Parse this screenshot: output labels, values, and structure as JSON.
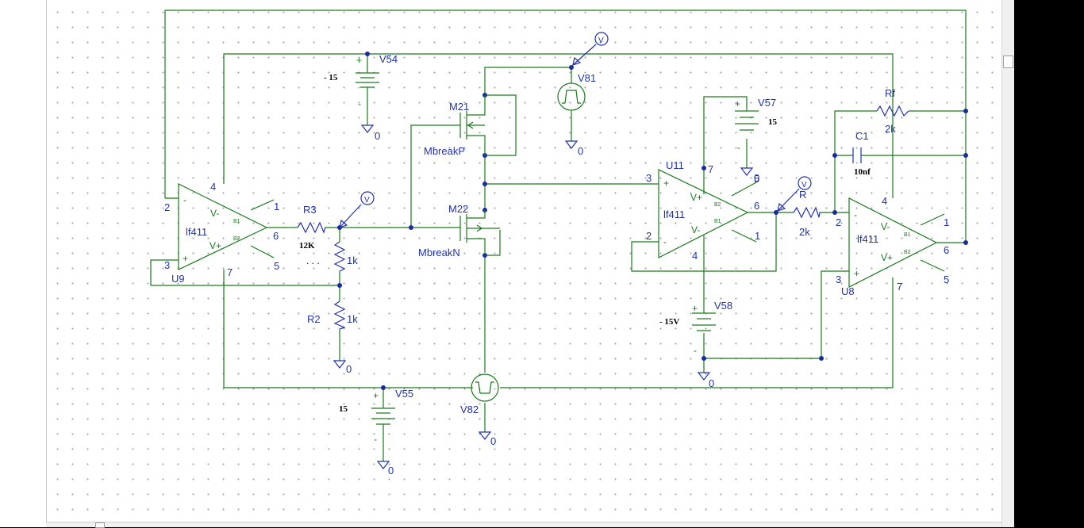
{
  "opamps": [
    {
      "model": "lf411",
      "ref": "U9",
      "pins": {
        "inv": "2",
        "noninv": "3",
        "out": "6",
        "vminus": "4",
        "vplus": "7",
        "b1": "1",
        "b2": "5"
      }
    },
    {
      "model": "lf411",
      "ref": "U11",
      "pins": {
        "inv": "2",
        "noninv": "3",
        "out": "6",
        "vminus": "4",
        "vplus": "7",
        "b1": "1",
        "b2": "5"
      }
    },
    {
      "model": "lf411",
      "ref": "U8",
      "pins": {
        "inv": "2",
        "noninv": "3",
        "out": "6",
        "vminus": "4",
        "vplus": "7",
        "b1": "1",
        "b2": "5"
      }
    }
  ],
  "opamp_internal": {
    "vminus": "V-",
    "vplus": "V+",
    "b1": "B1",
    "b2": "B2",
    "minus": "-",
    "plus": "+"
  },
  "resistors": [
    {
      "ref": "R3",
      "value": "12K"
    },
    {
      "ref": "",
      "value": "1k"
    },
    {
      "ref": "R2",
      "value": "1k"
    },
    {
      "ref": "R",
      "value": "2k"
    },
    {
      "ref": "Rf",
      "value": "2k"
    }
  ],
  "capacitor": {
    "ref": "C1",
    "value": "10nf"
  },
  "batteries": [
    {
      "ref": "V54",
      "value": "- 15"
    },
    {
      "ref": "V55",
      "value": "15"
    },
    {
      "ref": "V57",
      "value": "15"
    },
    {
      "ref": "V58",
      "value": "- 15V"
    }
  ],
  "sources": [
    {
      "ref": "V81"
    },
    {
      "ref": "V82"
    }
  ],
  "mosfets": [
    {
      "ref": "M21",
      "model": "MbreakP"
    },
    {
      "ref": "M22",
      "model": "MbreakN"
    }
  ],
  "ground_label": "0",
  "probe_label": "V",
  "battery_plus": "+",
  "battery_minus": "-",
  "ellipsis": ". . ."
}
